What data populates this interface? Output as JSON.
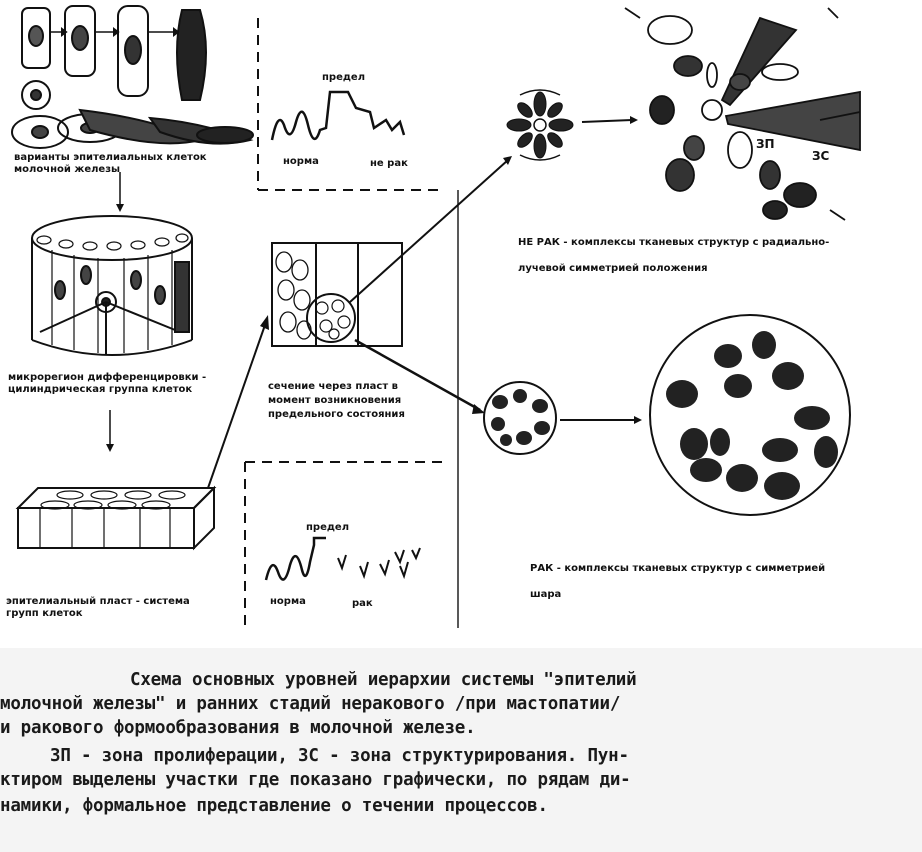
{
  "labels": {
    "epithelial_variants": "варианты эпителиальных клеток молочной железы",
    "microregion": "микрорегион дифференцировки - цилиндрическая группа клеток",
    "layer": "эпителиальный пласт - система групп клеток",
    "section": "сечение через пласт в момент возникновения предельного состояния",
    "graph_top_limit": "предел",
    "graph_top_norm": "норма",
    "graph_top_notcancer": "не рак",
    "graph_bottom_limit": "предел",
    "graph_bottom_norm": "норма",
    "graph_bottom_cancer": "рак",
    "not_cancer_desc": "НЕ РАК - комплексы тканевых структур с радиально-лучевой симметрией положения",
    "zone_zp": "ЗП",
    "zone_zs": "ЗС",
    "cancer_desc": "РАК - комплексы тканевых структур с симметрией шара"
  },
  "caption": {
    "line1": "Схема основных уровней иерархии системы \"эпителий",
    "line2": "молочной железы\" и ранних стадий неракового /при мастопатии/",
    "line3": "и ракового формообразования в молочной железе.",
    "line4": "ЗП - зона пролиферации, ЗС - зона структурирования. Пун-",
    "line5": "ктиром выделены участки где показано графически, по рядам ди-",
    "line6": "намики, формальное представление о течении процессов."
  },
  "colors": {
    "ink": "#111111",
    "paper": "#ffffff",
    "shade": "#3a3a3a"
  }
}
